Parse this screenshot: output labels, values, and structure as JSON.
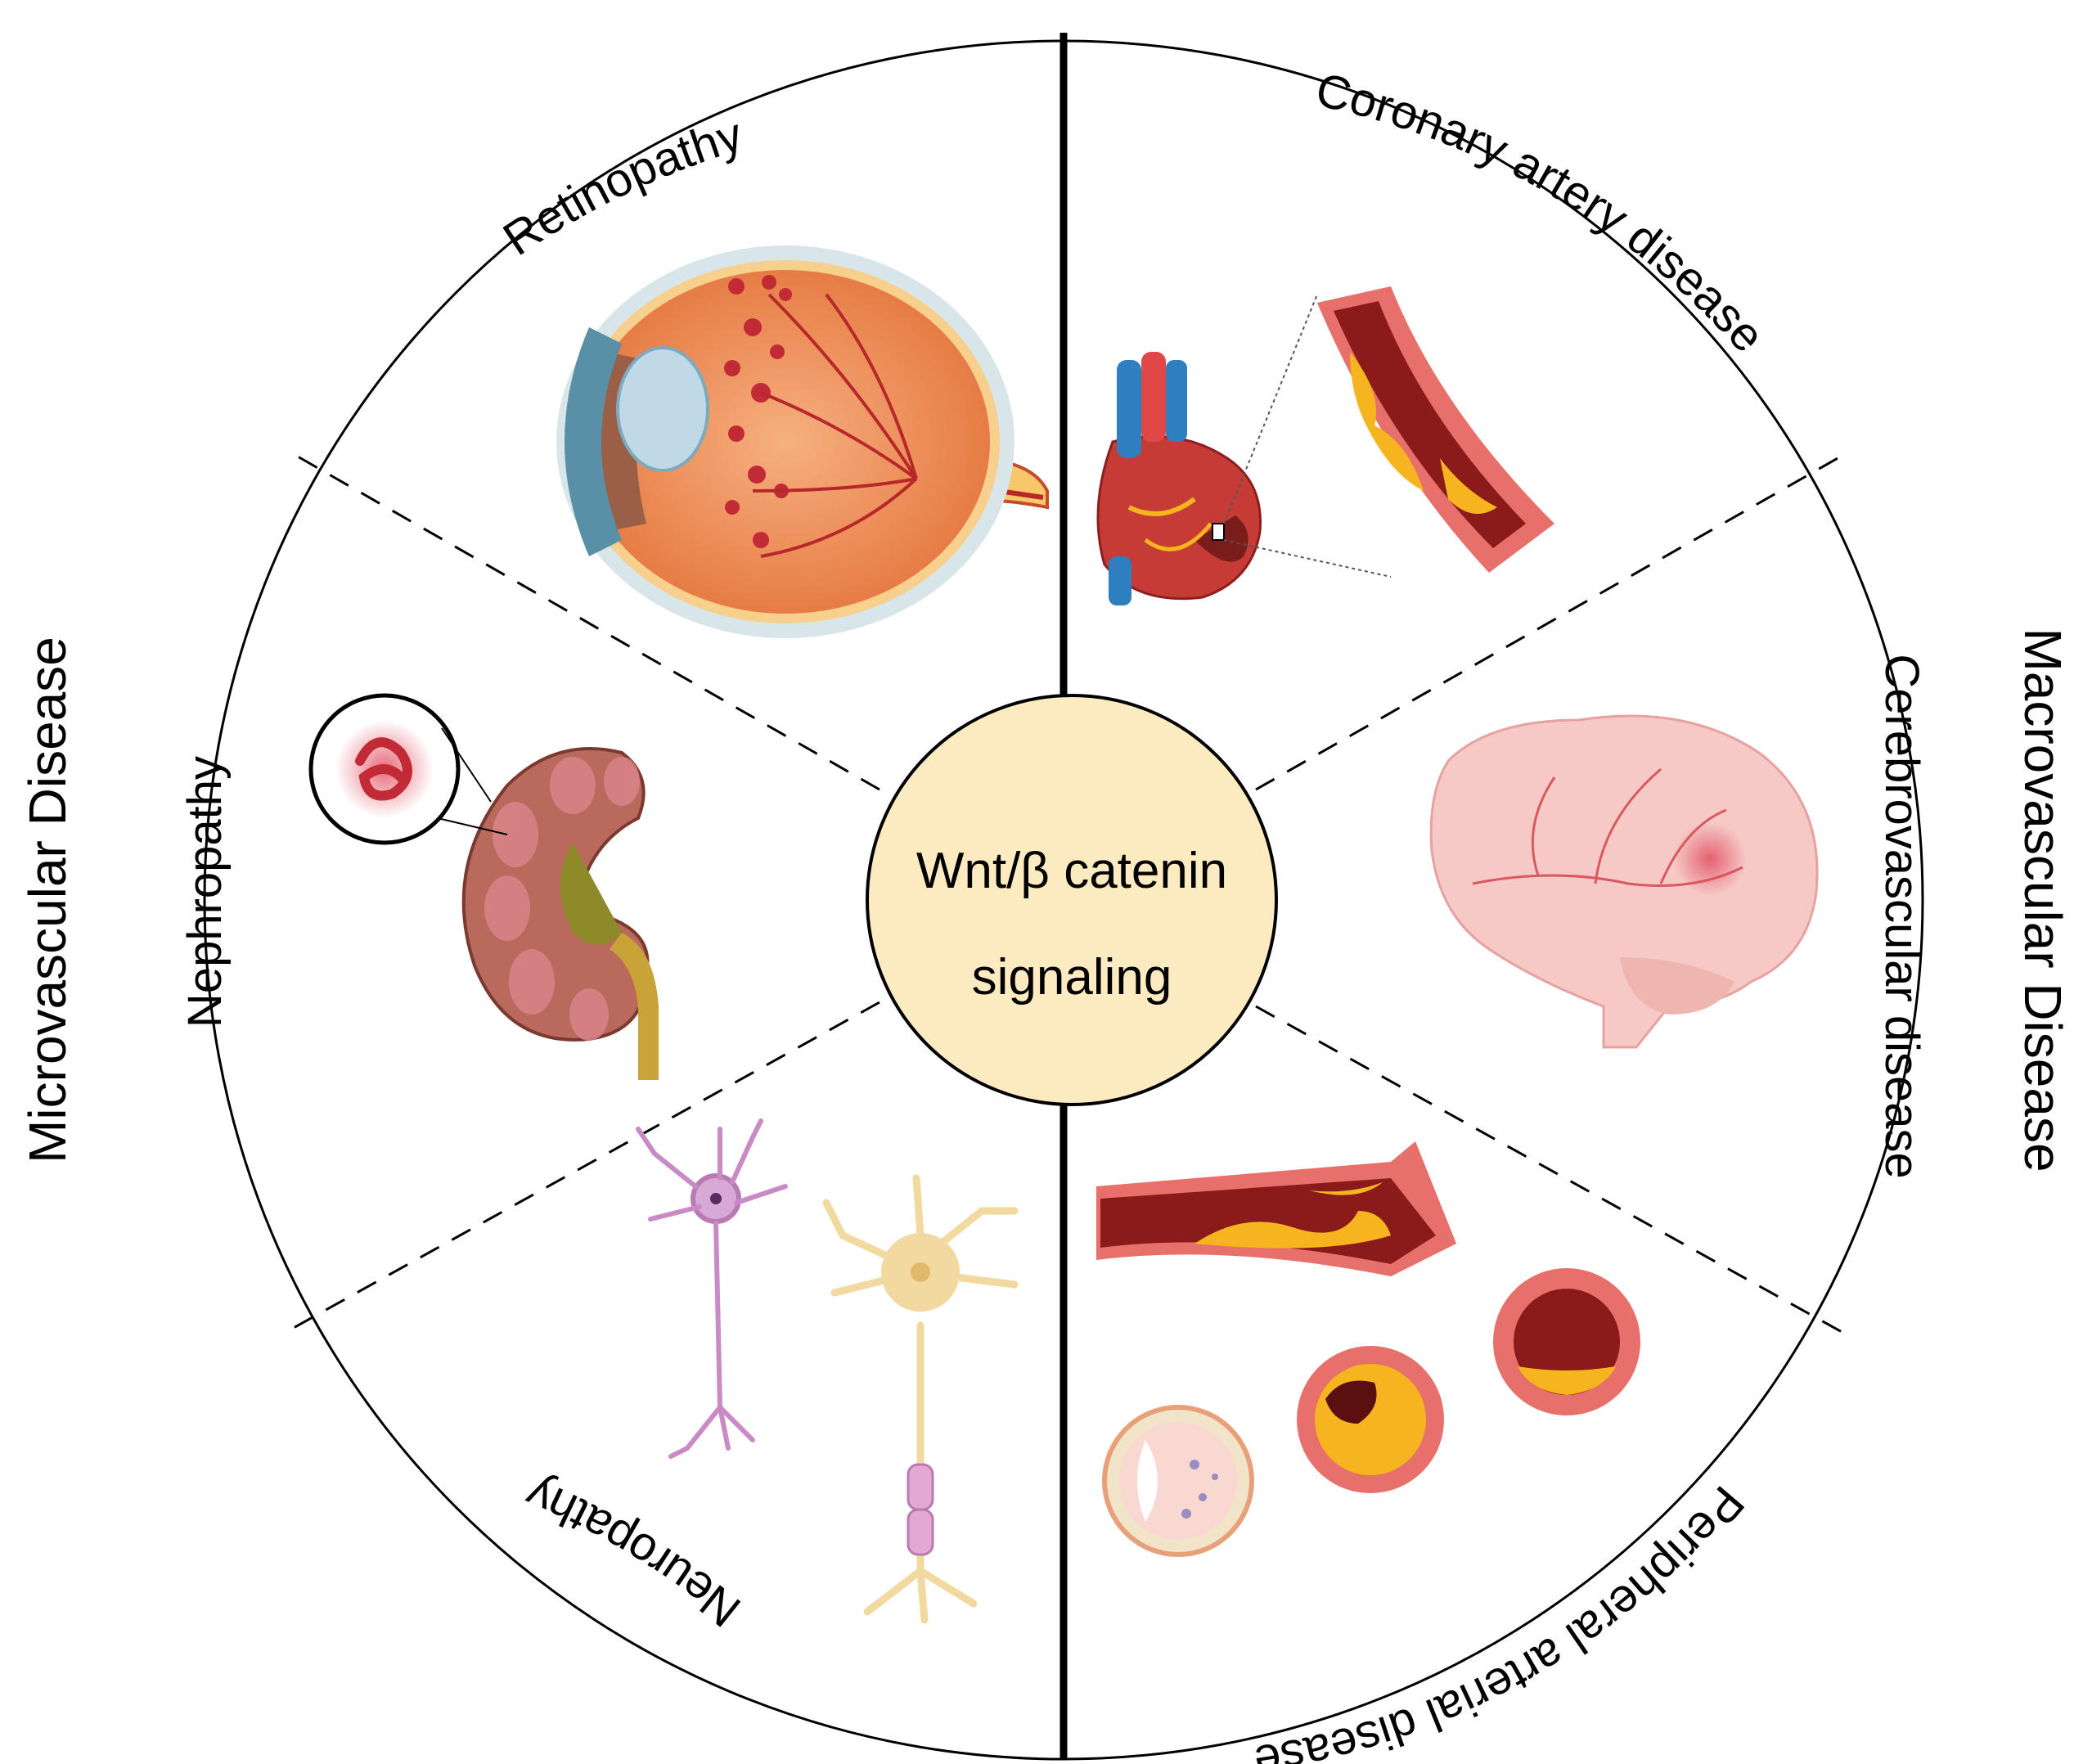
{
  "center": {
    "line1": "Wnt/β catenin",
    "line2": "signaling"
  },
  "groups": {
    "left": "Microvascular Disease",
    "right": "Macrovascular Disease"
  },
  "segments": {
    "retinopathy": "Retinopathy",
    "nephropathy": "Nephropathy",
    "neuropathy": "Neuropathy",
    "coronary": "Coronary artery disease",
    "cerebrovascular": "Cerebrovascular disease",
    "peripheral": "Peripheral arterial disease"
  },
  "colors": {
    "center_fill": "#FCEBC0",
    "vessel_wall": "#E8706A",
    "vessel_lumen": "#8B1A1A",
    "plaque": "#F6B41E",
    "brain": "#F6C9C6",
    "kidney": "#B96A5C",
    "neuron_purple": "#C98BC6",
    "neuron_cream": "#F2D9A0"
  }
}
